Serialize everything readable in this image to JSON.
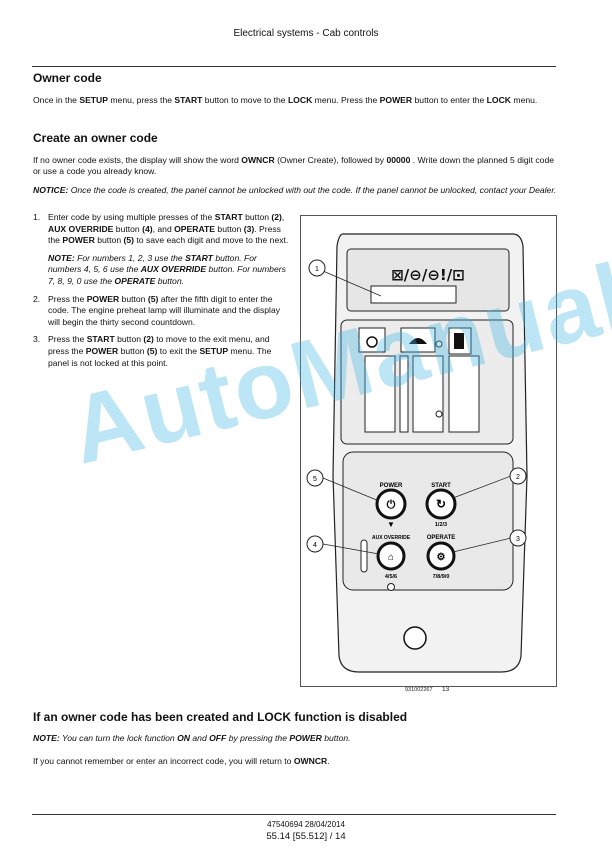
{
  "header": {
    "title": "Electrical systems - Cab controls"
  },
  "sections": {
    "owner_code": {
      "heading": "Owner code",
      "body": [
        {
          "t": "Once in the "
        },
        {
          "t": "SETUP",
          "b": true
        },
        {
          "t": " menu, press the "
        },
        {
          "t": "START",
          "b": true
        },
        {
          "t": " button to move to the "
        },
        {
          "t": "LOCK",
          "b": true
        },
        {
          "t": " menu.  Press the "
        },
        {
          "t": "POWER",
          "b": true
        },
        {
          "t": " button to enter the "
        },
        {
          "t": "LOCK",
          "b": true
        },
        {
          "t": " menu."
        }
      ]
    },
    "create": {
      "heading": "Create an owner code",
      "body": [
        {
          "t": "If no owner code exists, the display will show the word "
        },
        {
          "t": "OWNCR",
          "b": true
        },
        {
          "t": " (Owner Create), followed by "
        },
        {
          "t": "00000",
          "b": true
        },
        {
          "t": " .  Write down the planned 5 digit code or use a code you already know."
        }
      ],
      "notice_label": "NOTICE:",
      "notice_text": " Once the code is created, the panel cannot be unlocked with out the code.  If the panel cannot be unlocked, contact your Dealer."
    },
    "steps": [
      {
        "num": "1.",
        "text": [
          {
            "t": "Enter code by using multiple presses of the "
          },
          {
            "t": "START",
            "b": true
          },
          {
            "t": " button "
          },
          {
            "t": "(2)",
            "b": true
          },
          {
            "t": ", "
          },
          {
            "t": "AUX OVERRIDE",
            "b": true
          },
          {
            "t": " button "
          },
          {
            "t": "(4)",
            "b": true
          },
          {
            "t": ", and "
          },
          {
            "t": "OPERATE",
            "b": true
          },
          {
            "t": " button "
          },
          {
            "t": "(3)",
            "b": true
          },
          {
            "t": ".  Press the "
          },
          {
            "t": "POWER",
            "b": true
          },
          {
            "t": " button "
          },
          {
            "t": "(5)",
            "b": true
          },
          {
            "t": " to save each digit and move to the next."
          }
        ],
        "note": [
          {
            "t": "NOTE:",
            "b": true
          },
          {
            "t": " For numbers 1, 2, 3 use the "
          },
          {
            "t": "START",
            "b": true
          },
          {
            "t": " button. For numbers 4, 5, 6 use the "
          },
          {
            "t": "AUX OVERRIDE",
            "b": true
          },
          {
            "t": " button. For numbers 7, 8, 9, 0 use the "
          },
          {
            "t": "OPERATE",
            "b": true
          },
          {
            "t": " button."
          }
        ]
      },
      {
        "num": "2.",
        "text": [
          {
            "t": "Press the "
          },
          {
            "t": "POWER",
            "b": true
          },
          {
            "t": " button "
          },
          {
            "t": "(5)",
            "b": true
          },
          {
            "t": " after the fifth digit to enter the code. The engine preheat lamp will illuminate and the display will begin the thirty second countdown."
          }
        ]
      },
      {
        "num": "3.",
        "text": [
          {
            "t": "Press the "
          },
          {
            "t": "START",
            "b": true
          },
          {
            "t": " button "
          },
          {
            "t": "(2)",
            "b": true
          },
          {
            "t": " to move to the exit menu, and press the "
          },
          {
            "t": "POWER",
            "b": true
          },
          {
            "t": " button "
          },
          {
            "t": "(5)",
            "b": true
          },
          {
            "t": " to exit the "
          },
          {
            "t": "SETUP",
            "b": true
          },
          {
            "t": " menu.  The panel is not locked at this point."
          }
        ]
      }
    ],
    "disabled": {
      "heading": "If an owner code has been created and LOCK function is disabled",
      "note_label": "NOTE:",
      "note": [
        {
          "t": " You can turn the lock function "
        },
        {
          "t": "ON",
          "b": true
        },
        {
          "t": " and "
        },
        {
          "t": "OFF",
          "b": true
        },
        {
          "t": " by pressing the "
        },
        {
          "t": "POWER",
          "b": true
        },
        {
          "t": " button."
        }
      ],
      "body": [
        {
          "t": "If you cannot remember or enter an incorrect code, you will return to "
        },
        {
          "t": "OWNCR",
          "b": true
        },
        {
          "t": "."
        }
      ]
    }
  },
  "figure": {
    "callouts": [
      "1",
      "2",
      "3",
      "4",
      "5"
    ],
    "labels": {
      "power": "POWER",
      "start": "START",
      "aux": "AUX OVERRIDE",
      "operate": "OPERATE",
      "start_digits": "1/2/3",
      "aux_digits": "4/5/6",
      "operate_digits": "7/8/9/0"
    },
    "display_icons": "⊠/⊖/⊖!/⊡",
    "caption": "931002267",
    "number": "13"
  },
  "watermark": "AutoManual",
  "footer": {
    "doc": "47540694 28/04/2014",
    "page": "55.14 [55.512] / 14"
  },
  "colors": {
    "watermark": "#40b4e6",
    "panel": "#efefef",
    "rule": "#333333"
  }
}
